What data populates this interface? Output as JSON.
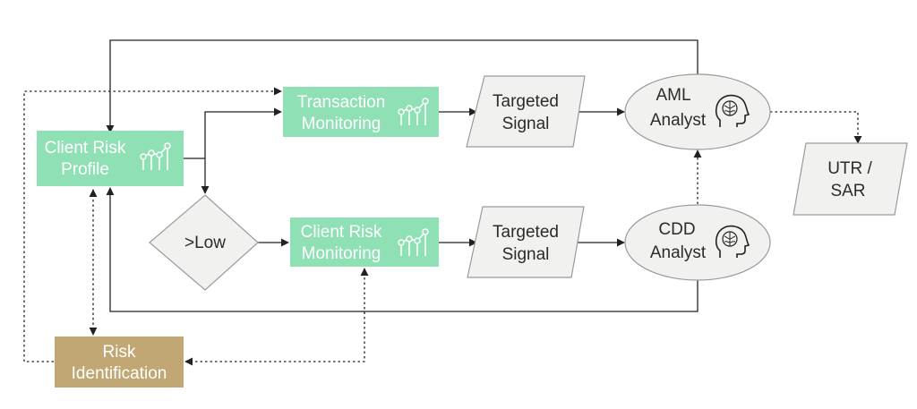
{
  "diagram": {
    "nodes": {
      "client_risk_profile": {
        "line1": "Client Risk",
        "line2": "Profile"
      },
      "transaction_monitoring": {
        "line1": "Transaction",
        "line2": "Monitoring"
      },
      "client_risk_monitoring": {
        "line1": "Client Risk",
        "line2": "Monitoring"
      },
      "decision_low": {
        "label": ">Low"
      },
      "targeted_signal_top": {
        "line1": "Targeted",
        "line2": "Signal"
      },
      "targeted_signal_bottom": {
        "line1": "Targeted",
        "line2": "Signal"
      },
      "aml_analyst": {
        "line1": "AML",
        "line2": "Analyst"
      },
      "cdd_analyst": {
        "line1": "CDD",
        "line2": "Analyst"
      },
      "utr_sar": {
        "line1": "UTR /",
        "line2": "SAR"
      },
      "risk_identification": {
        "line1": "Risk",
        "line2": "Identification"
      }
    },
    "colors": {
      "process_green": "#8fe0b5",
      "risk_gold": "#c0a774",
      "shape_gray_fill": "#f1f2ef",
      "shape_gray_stroke": "#9a9a9a",
      "line": "#222222"
    },
    "icons": {
      "chart": "bar-line-chart-icon",
      "analyst": "head-brain-icon"
    }
  }
}
